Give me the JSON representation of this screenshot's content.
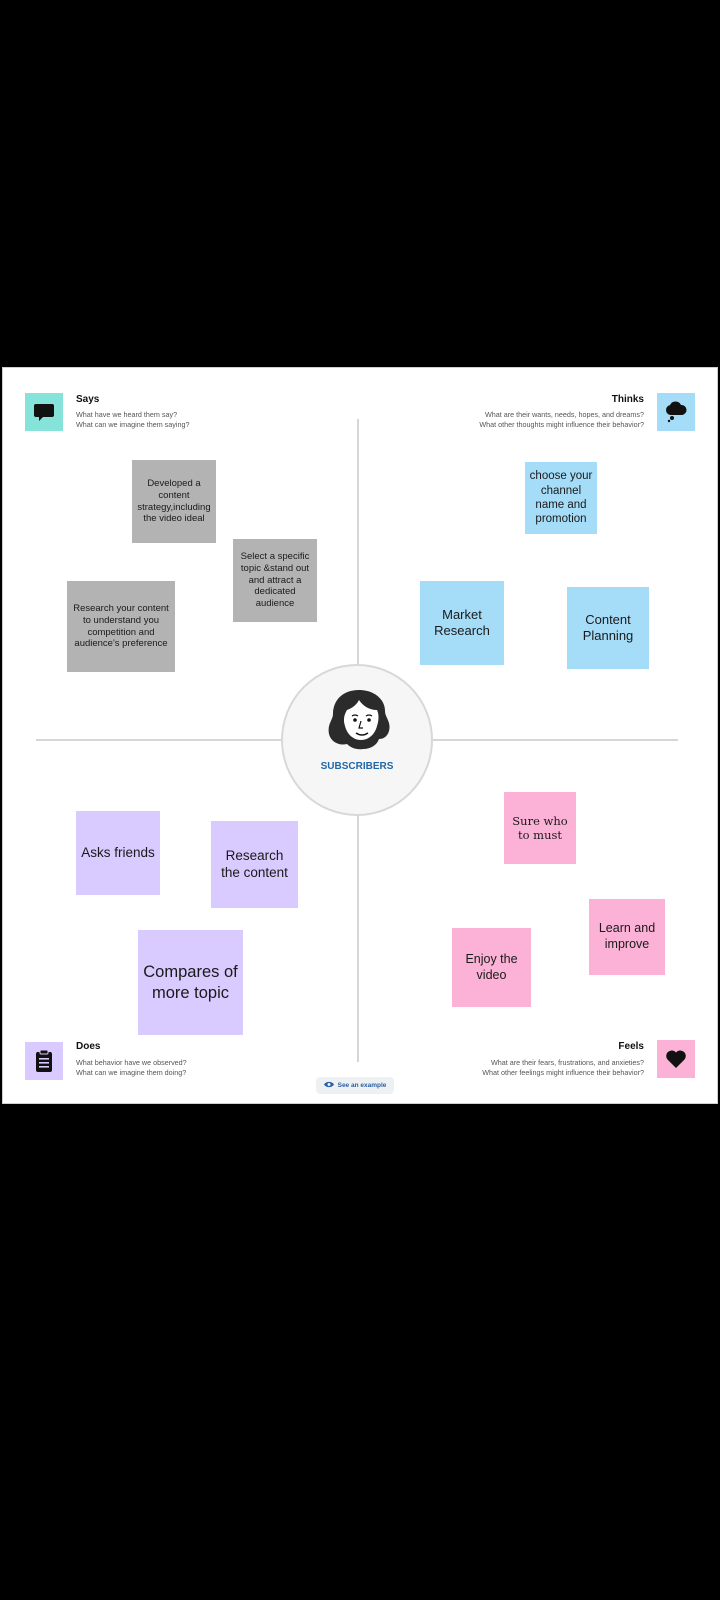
{
  "quadrants": {
    "says": {
      "title": "Says",
      "line1": "What have we heard them say?",
      "line2": "What can we imagine them saying?",
      "icon": "speech-bubble-icon",
      "color": "#86e3d9"
    },
    "thinks": {
      "title": "Thinks",
      "line1": "What are their wants, needs, hopes, and dreams?",
      "line2": "What other thoughts might influence their behavior?",
      "icon": "thought-cloud-icon",
      "color": "#a5dcf8"
    },
    "does": {
      "title": "Does",
      "line1": "What behavior have we observed?",
      "line2": "What can we imagine them doing?",
      "icon": "clipboard-icon",
      "color": "#d9caff"
    },
    "feels": {
      "title": "Feels",
      "line1": "What are their fears, frustrations, and anxieties?",
      "line2": "What other feelings might influence their behavior?",
      "icon": "heart-icon",
      "color": "#fbb2d6"
    }
  },
  "center": {
    "label": "SUBSCRIBERS",
    "icon": "persona-face-icon"
  },
  "notes": {
    "says": [
      "Developed a content strategy,including the video ideal",
      "Select a specific topic &stand out and attract a dedicated audience",
      "Research your content to understand you competition and audience's preference"
    ],
    "thinks": [
      "choose your channel name and promotion",
      "Market Research",
      "Content Planning"
    ],
    "does": [
      "Asks friends",
      "Research the content",
      "Compares of more topic"
    ],
    "feels": [
      "Sure who to must",
      "Learn and improve",
      "Enjoy the video"
    ]
  },
  "example_button": {
    "label": "See an example",
    "icon": "eye-icon"
  }
}
